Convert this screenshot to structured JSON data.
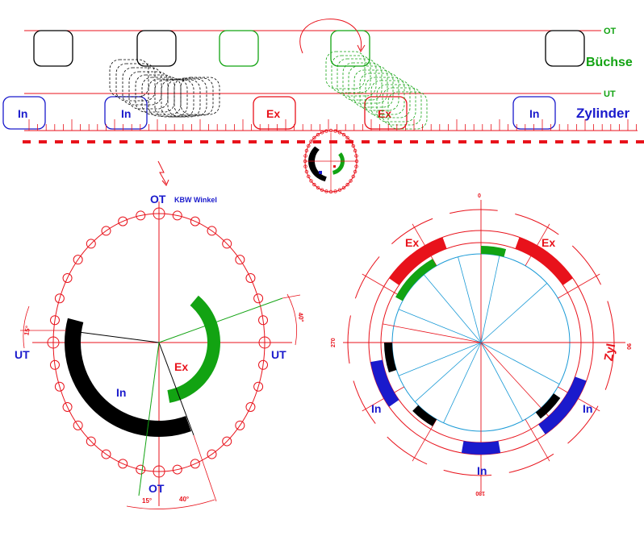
{
  "colors": {
    "red": "#e8121b",
    "blue": "#1a1acc",
    "green": "#12a312",
    "black": "#000000",
    "cyan": "#1a9ad6"
  },
  "labels": {
    "ot_top": "OT",
    "buchse": "Büchse",
    "ut_top": "UT",
    "zylinder": "Zylinder",
    "in": "In",
    "ex": "Ex",
    "ot": "OT",
    "ut": "UT",
    "kbw_winkel": "KBW Winkel",
    "zyl": "Zyl",
    "angle_15_left": "15°",
    "angle_40_right": "40°",
    "angle_15_bottom": "15°",
    "angle_40_bottom": "40°",
    "deg_0": "0",
    "deg_90": "90",
    "deg_180": "180",
    "deg_270": "270"
  },
  "icons": {
    "rotate_arrow": "rotate-arrow-icon",
    "down_arrow": "zigzag-down-arrow-icon"
  }
}
